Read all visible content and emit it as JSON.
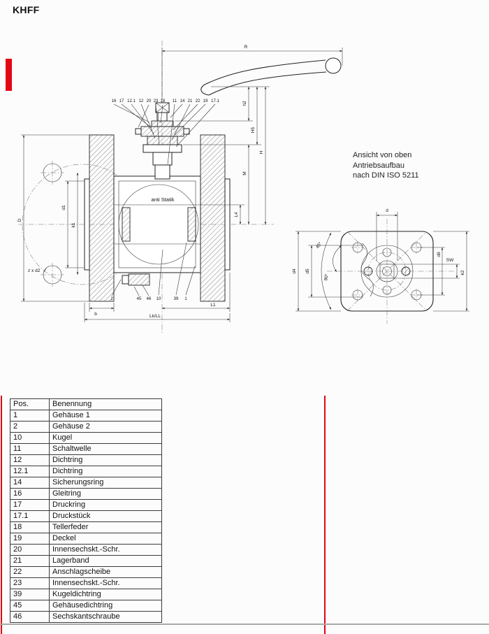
{
  "page": {
    "title": "KHFF"
  },
  "colors": {
    "accent_red": "#e30613"
  },
  "drawing": {
    "anti_statik": "anti Statik",
    "note": [
      "Ansicht von oben",
      "Antriebsaufbau",
      "nach DIN ISO 5211"
    ],
    "callouts_top_left": [
      "16",
      "17",
      "12.1",
      "12",
      "20",
      "23",
      "18"
    ],
    "callouts_top_right": [
      "11",
      "14",
      "21",
      "22",
      "19",
      "17.1"
    ],
    "callouts_bottom": [
      "2",
      "45",
      "46",
      "10",
      "39",
      "1"
    ],
    "dims": {
      "r": "R",
      "h2": "h2",
      "h5": "H5",
      "h": "H",
      "m": "M",
      "l4": "L4",
      "d_outer": "D",
      "d1": "d1",
      "k1": "k1",
      "zxd2": "z x d2",
      "b": "b",
      "l1": "L1",
      "lkll": "Lk/LL"
    },
    "top_dims": {
      "d": "d",
      "d4": "d4",
      "d5": "d5",
      "d6": "d6",
      "sw": "SW",
      "k2": "k2",
      "a45": "45°",
      "a90": "90°"
    }
  },
  "table": {
    "headers": [
      "Pos.",
      "Benennung"
    ],
    "rows": [
      [
        "1",
        "Gehäuse 1"
      ],
      [
        "2",
        "Gehäuse 2"
      ],
      [
        "10",
        "Kugel"
      ],
      [
        "11",
        "Schaltwelle"
      ],
      [
        "12",
        "Dichtring"
      ],
      [
        "12.1",
        "Dichtring"
      ],
      [
        "14",
        "Sicherungsring"
      ],
      [
        "16",
        "Gleitring"
      ],
      [
        "17",
        "Druckring"
      ],
      [
        "17.1",
        "Druckstück"
      ],
      [
        "18",
        "Tellerfeder"
      ],
      [
        "19",
        "Deckel"
      ],
      [
        "20",
        "Innensechskt.-Schr."
      ],
      [
        "21",
        "Lagerband"
      ],
      [
        "22",
        "Anschlagscheibe"
      ],
      [
        "23",
        "Innensechskt.-Schr."
      ],
      [
        "39",
        "Kugeldichtring"
      ],
      [
        "45",
        "Gehäusedichtring"
      ],
      [
        "46",
        "Sechskantschraube"
      ]
    ]
  }
}
